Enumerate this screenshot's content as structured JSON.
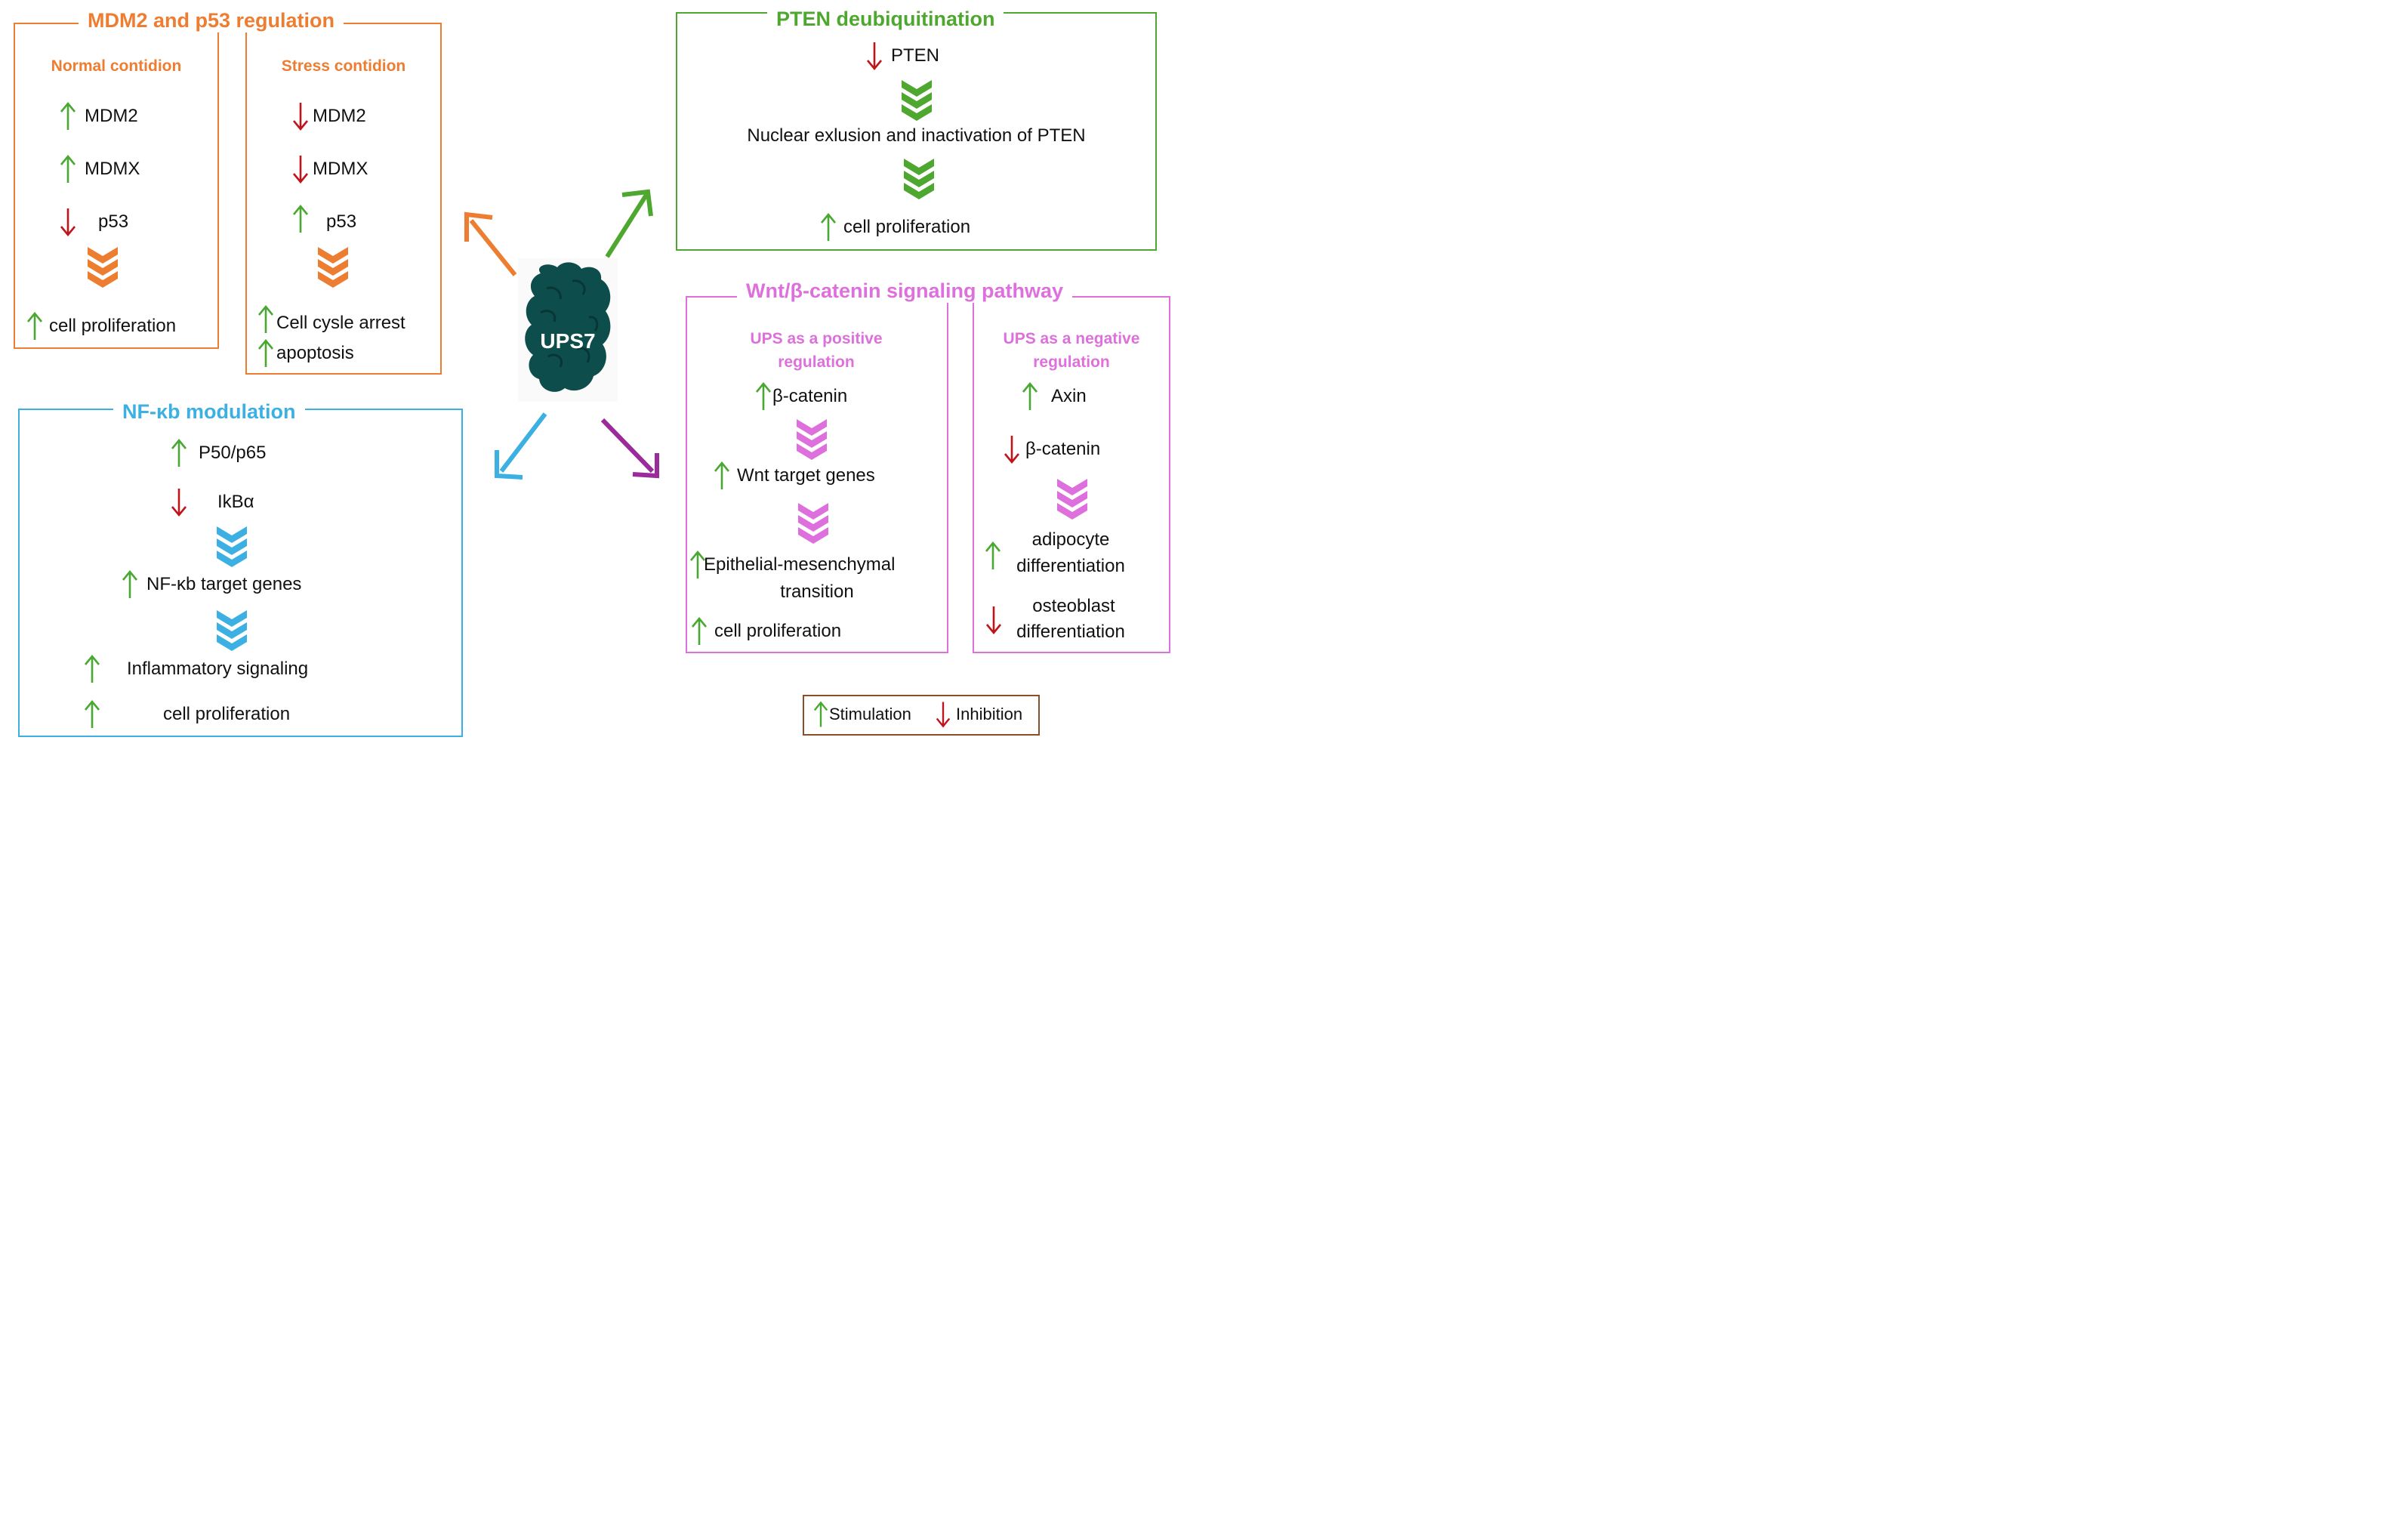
{
  "colors": {
    "orange": "#ed7d31",
    "green": "#4ea72e",
    "pink": "#dd70dc",
    "blue": "#3db0e3",
    "purple": "#9b2a9b",
    "up": "#49a832",
    "down": "#c0141b",
    "legend": "#8a4f2a",
    "protein": "#0d4d4b"
  },
  "center": {
    "label": "UPS7"
  },
  "mdm2": {
    "title": "MDM2 and p53 regulation",
    "normal": {
      "title": "Normal contidion",
      "items": [
        "MDM2",
        "MDMX",
        "p53"
      ],
      "result": "cell proliferation"
    },
    "stress": {
      "title": "Stress contidion",
      "items": [
        "MDM2",
        "MDMX",
        "p53"
      ],
      "result1": "Cell cysle arrest",
      "result2": "apoptosis"
    }
  },
  "pten": {
    "title": "PTEN deubiquitination",
    "item1": "PTEN",
    "item2": "Nuclear exlusion and inactivation of PTEN",
    "item3": "cell proliferation"
  },
  "wnt": {
    "title": "Wnt/β-catenin signaling pathway",
    "positive": {
      "title": "UPS as a positive regulation",
      "item1": "β-catenin",
      "item2": "Wnt target genes",
      "item3a": "Epithelial-mesenchymal",
      "item3b": "transition",
      "item4": "cell proliferation"
    },
    "negative": {
      "title": "UPS as a negative regulation",
      "item1": "Axin",
      "item2": "β-catenin",
      "item3a": "adipocyte",
      "item3b": "differentiation",
      "item4a": "osteoblast",
      "item4b": "differentiation"
    }
  },
  "nfkb": {
    "title": "NF-κb modulation",
    "item1": "P50/p65",
    "item2": "IkBα",
    "item3": "NF-κb target genes",
    "item4": "Inflammatory signaling",
    "item5": "cell proliferation"
  },
  "legend": {
    "stimulation": "Stimulation",
    "inhibition": "Inhibition"
  }
}
